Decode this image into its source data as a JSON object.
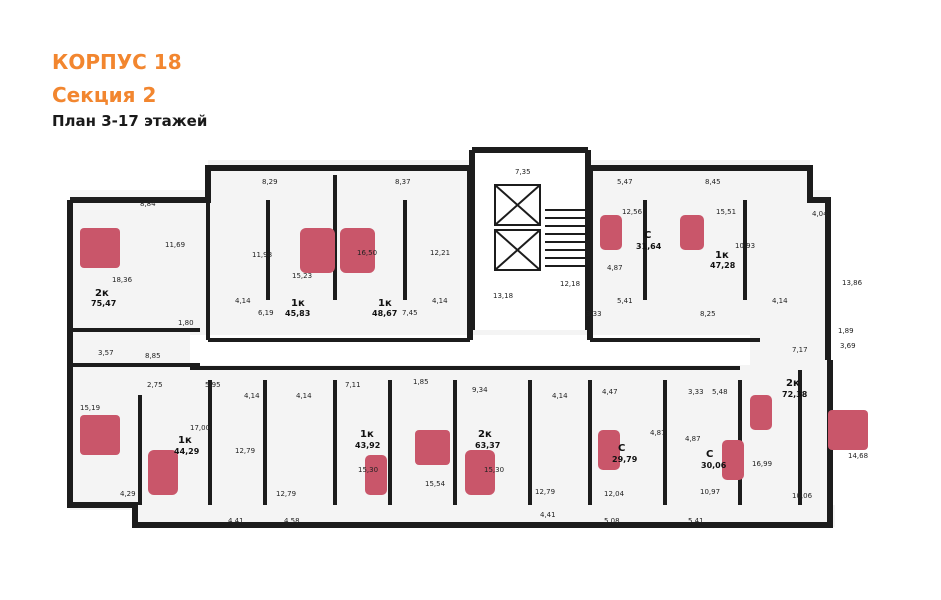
{
  "header": {
    "building": "КОРПУС 18",
    "section": "Секция 2",
    "plan": "План 3-17 этажей"
  },
  "colors": {
    "accent": "#f2862f",
    "wall": "#1c1c1c",
    "floor": "#f2f2f2",
    "furniture": "#c9566a"
  },
  "units": [
    {
      "type": "2к",
      "area": "75,47"
    },
    {
      "type": "1к",
      "area": "45,83"
    },
    {
      "type": "1к",
      "area": "48,67"
    },
    {
      "type": "С",
      "area": "31,64"
    },
    {
      "type": "1к",
      "area": "47,28"
    },
    {
      "type": "2к",
      "area": "72,38"
    },
    {
      "type": "1к",
      "area": "44,29"
    },
    {
      "type": "1к",
      "area": "43,92"
    },
    {
      "type": "2к",
      "area": "63,37"
    },
    {
      "type": "С",
      "area": "29,79"
    },
    {
      "type": "С",
      "area": "30,06"
    }
  ],
  "room_labels": [
    "8,84",
    "8,29",
    "8,37",
    "7,35",
    "5,47",
    "8,45",
    "4,04",
    "11,69",
    "18,36",
    "4,14",
    "1,80",
    "11,98",
    "15,23",
    "6,19",
    "16,50",
    "12,21",
    "7,45",
    "4,14",
    "12,56",
    "4,87",
    "13,18",
    "12,18",
    "15,51",
    "10,93",
    "13,86",
    "4,14",
    "5,41",
    "3,33",
    "8,25",
    "1,89",
    "7,17",
    "3,69",
    "3,57",
    "8,85",
    "2,75",
    "5,95",
    "7,11",
    "1,85",
    "9,34",
    "15,19",
    "17,00",
    "4,14",
    "4,14",
    "4,14",
    "4,47",
    "3,33",
    "5,48",
    "12,79",
    "15,30",
    "15,54",
    "15,30",
    "12,79",
    "4,87",
    "4,87",
    "16,99",
    "14,68",
    "4,29",
    "12,79",
    "4,41",
    "4,58",
    "5,08",
    "4,41",
    "12,04",
    "10,97",
    "5,41",
    "10,06"
  ]
}
